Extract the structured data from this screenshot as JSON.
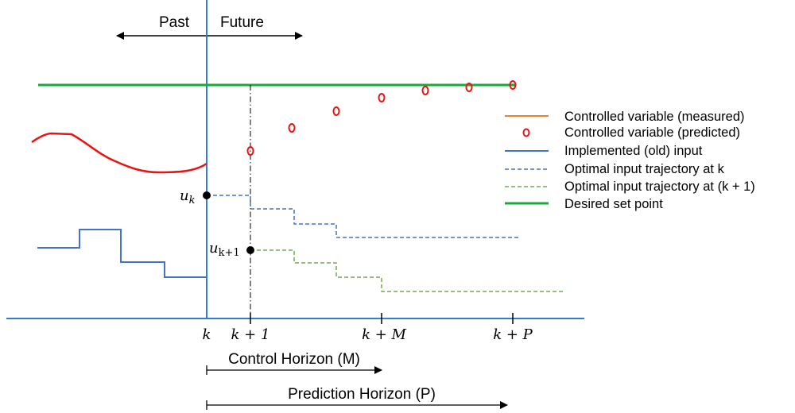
{
  "top": {
    "past": "Past",
    "future": "Future"
  },
  "axis_ticks": [
    "k",
    "k + 1",
    "k + M",
    "k + P"
  ],
  "point_labels": {
    "uk": "u",
    "uk_sub": "k",
    "uk1": "u",
    "uk1_sub": "k+1"
  },
  "horizons": {
    "control": "Control Horizon (M)",
    "prediction": "Prediction Horizon (P)"
  },
  "legend": [
    {
      "label": "Controlled variable (measured)",
      "color": "#f07f2f",
      "style": "solid"
    },
    {
      "label": "Controlled variable (predicted)",
      "color": "#ff0000",
      "style": "circle"
    },
    {
      "label": "Implemented (old) input",
      "color": "#4472c4",
      "style": "solid"
    },
    {
      "label": "Optimal input trajectory at k",
      "color": "#4472c4",
      "style": "dashed"
    },
    {
      "label": "Optimal input trajectory at (k + 1)",
      "color": "#70ad47",
      "style": "dashed"
    },
    {
      "label": "Desired set point",
      "color": "#1aaa3a",
      "style": "solid"
    }
  ]
}
